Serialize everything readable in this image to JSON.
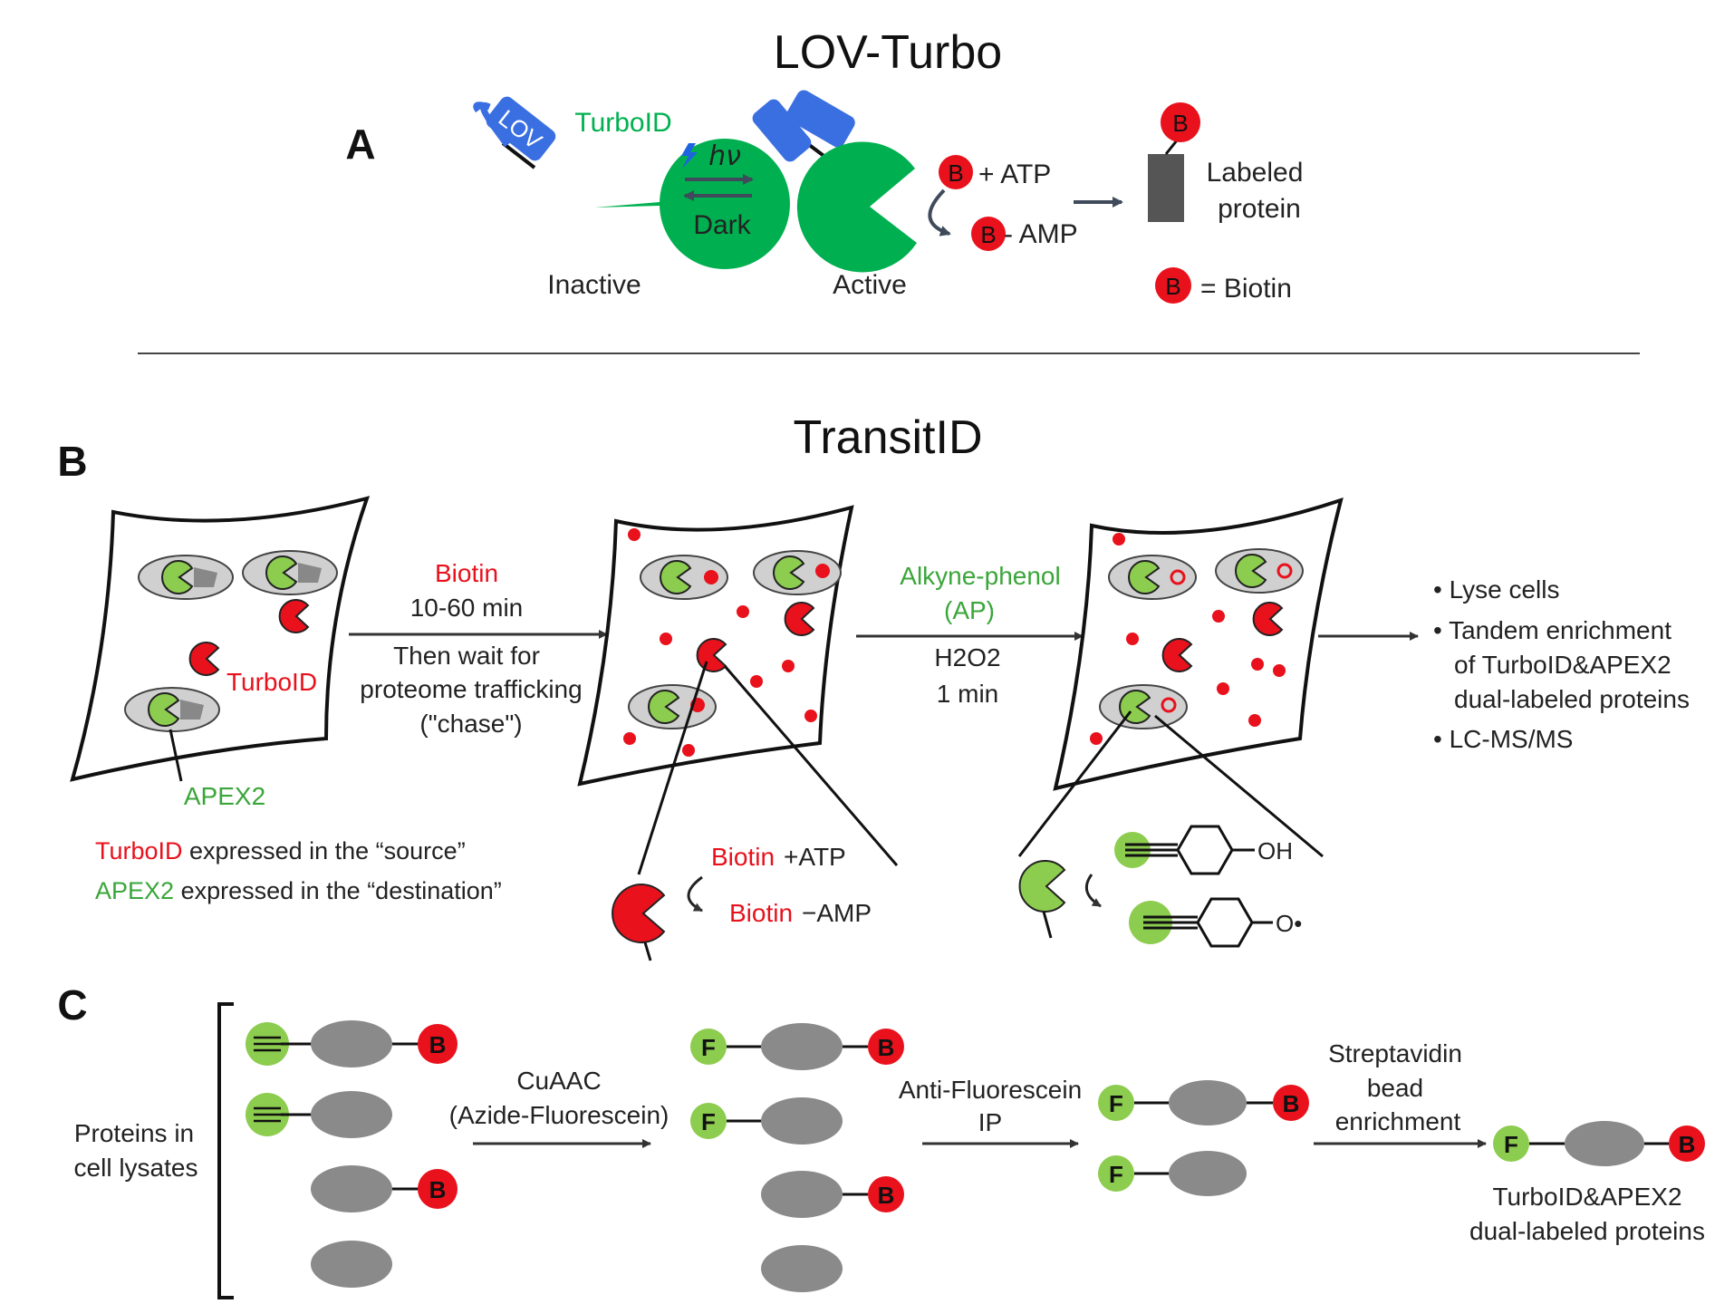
{
  "colors": {
    "green": "#00b050",
    "lime": "#8ccc4e",
    "red": "#e8111c",
    "blue": "#3a6fe2",
    "gray": "#888888",
    "dark_gray": "#555555",
    "cell_fill": "#d9d9d9",
    "text": "#1a1a1a"
  },
  "panel_a": {
    "title": "LOV-Turbo",
    "letter": "A",
    "lov": "LOV",
    "turboid": "TurboID",
    "hv": "hν",
    "dark": "Dark",
    "inactive": "Inactive",
    "active": "Active",
    "b": "B",
    "atp": "+ ATP",
    "amp": "- AMP",
    "labeled_line1": "Labeled",
    "labeled_line2": "protein",
    "legend": "= Biotin"
  },
  "panel_b": {
    "title": "TransitID",
    "letter": "B",
    "cell1_turboid": "TurboID",
    "cell1_apex2": "APEX2",
    "arrow1_top": "Biotin",
    "arrow1_time": "10-60 min",
    "arrow1_line1": "Then wait for",
    "arrow1_line2": "proteome trafficking",
    "arrow1_line3": "(\"chase\")",
    "arrow2_top1": "Alkyne-phenol",
    "arrow2_top2": "(AP)",
    "arrow2_h2o2": "H2O2",
    "arrow2_time": "1 min",
    "steps": [
      "• Lyse cells",
      "• Tandem enrichment",
      "of TurboID&APEX2",
      "dual-labeled proteins",
      "• LC-MS/MS"
    ],
    "note1_colored": "TurboID",
    "note1_rest": " expressed in the “source”",
    "note2_colored": "APEX2",
    "note2_rest": " expressed in the “destination”",
    "zoom1_biotin": "Biotin",
    "zoom1_plus": "+ATP",
    "zoom1_biotin2": "Biotin",
    "zoom1_amp": "−AMP",
    "zoom2_oh": "OH",
    "zoom2_o": "O•"
  },
  "panel_c": {
    "letter": "C",
    "lysate_line1": "Proteins in",
    "lysate_line2": "cell lysates",
    "step1_line1": "CuAAC",
    "step1_line2": "(Azide-Fluorescein)",
    "step2_line1": "Anti-Fluorescein",
    "step2_line2": "IP",
    "step3_line1": "Streptavidin",
    "step3_line2": "bead",
    "step3_line3": "enrichment",
    "f": "F",
    "b": "B",
    "result_line1": "TurboID&APEX2",
    "result_line2": "dual-labeled proteins"
  }
}
